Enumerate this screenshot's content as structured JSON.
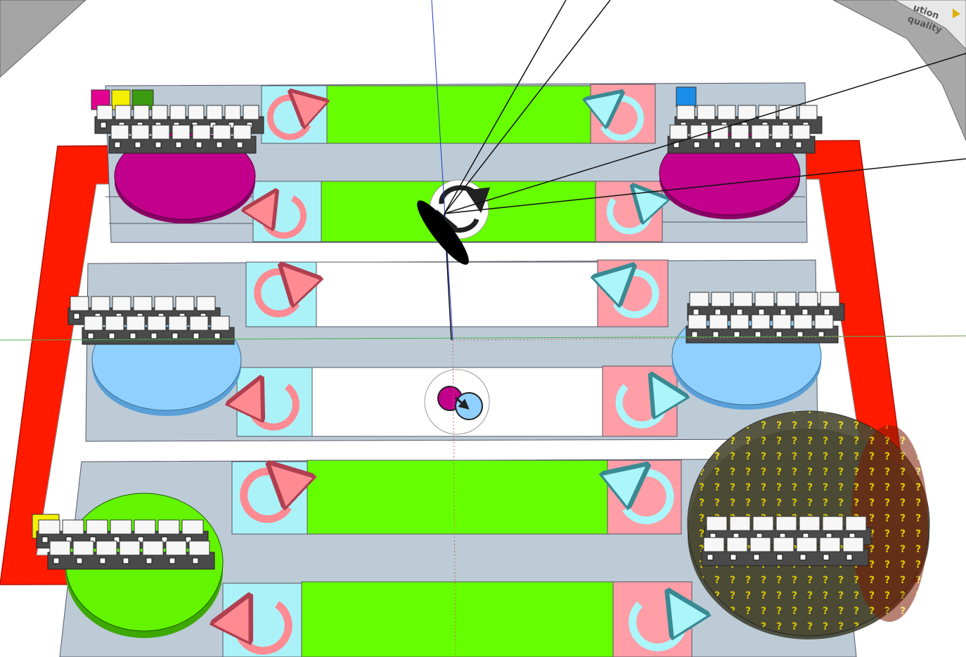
{
  "app": {
    "view": "3d-model-viewport",
    "corner_panel": {
      "label_1": "ution",
      "label_2": "quality"
    }
  },
  "colors": {
    "background": "#ffffff",
    "border": "#ff1a00",
    "board_gray": "#bccbd6",
    "lane_green": "#66ff00",
    "lane_white": "#ffffff",
    "tile_cyan": "#aaf2f8",
    "tile_pink": "#ff9ea6",
    "disk_magenta": "#c2008c",
    "disk_blue": "#8fd0ff",
    "disk_green": "#63f500",
    "disk_mystery": "#5e5c45",
    "cube_magenta": "#e4008f",
    "cube_yellow": "#f4ef00",
    "cube_green": "#3a9a10",
    "cube_blue": "#1a8ee8",
    "cube_white": "#f7f7f7"
  },
  "board": {
    "rows": [
      {
        "name": "top",
        "lane": "green",
        "left_disk": "magenta",
        "right_disk": "magenta"
      },
      {
        "name": "middle",
        "lane": "white",
        "left_disk": "blue",
        "right_disk": "blue"
      },
      {
        "name": "bottom",
        "lane": "green",
        "left_disk": "green",
        "right_disk": "mystery"
      }
    ],
    "rotation_icons": [
      "rotate-ccw-icon",
      "rotate-cw-icon"
    ],
    "center_tokens": [
      "rotate-both-icon",
      "swap-color-icon"
    ],
    "color_markers": {
      "top_left": [
        "magenta",
        "yellow",
        "green"
      ],
      "top_right": [
        "blue"
      ],
      "bottom_left": [
        "yellow"
      ]
    },
    "mystery_symbol": "?"
  }
}
